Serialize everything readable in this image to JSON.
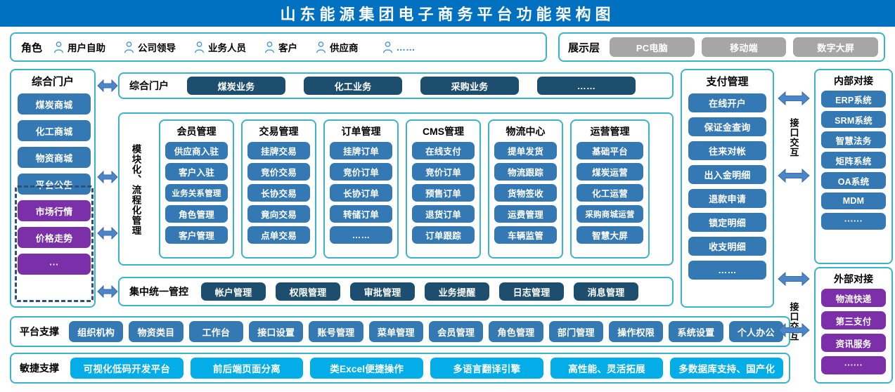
{
  "header": {
    "title": "山东能源集团电子商务平台功能架构图"
  },
  "roles": {
    "label": "角色",
    "items": [
      "用户自助",
      "公司领导",
      "业务人员",
      "客户",
      "供应商",
      "……"
    ]
  },
  "presentation": {
    "label": "展示层",
    "items": [
      "PC电脑",
      "移动端",
      "数字大屏"
    ]
  },
  "portal": {
    "title": "综合门户",
    "items": [
      {
        "label": "煤炭商城",
        "color": "blue"
      },
      {
        "label": "化工商城",
        "color": "blue"
      },
      {
        "label": "物资商城",
        "color": "blue"
      },
      {
        "label": "平台公告",
        "color": "blue"
      },
      {
        "label": "市场行情",
        "color": "purple"
      },
      {
        "label": "价格走势",
        "color": "purple"
      },
      {
        "label": "···",
        "color": "purple"
      }
    ]
  },
  "business_row": {
    "label": "综合门户",
    "items": [
      "煤炭业务",
      "化工业务",
      "采购业务",
      "……"
    ]
  },
  "modules": {
    "vertical_label": "模块化、流程化管理",
    "columns": [
      {
        "title": "会员管理",
        "items": [
          "供应商入驻",
          "客户入驻",
          "业务关系管理",
          "角色管理",
          "客户管理"
        ]
      },
      {
        "title": "交易管理",
        "items": [
          "挂牌交易",
          "竞价交易",
          "长协交易",
          "竟向交易",
          "点单交易"
        ]
      },
      {
        "title": "订单管理",
        "items": [
          "挂牌订单",
          "竞价订单",
          "长协订单",
          "转储订单",
          "……"
        ]
      },
      {
        "title": "CMS管理",
        "items": [
          "在线支付",
          "竞价订单",
          "预售订单",
          "退货订单",
          "订单跟踪"
        ]
      },
      {
        "title": "物流中心",
        "items": [
          "提单发货",
          "物流跟踪",
          "货物签收",
          "运费管理",
          "车辆监管"
        ]
      },
      {
        "title": "运营管理",
        "items": [
          "基础平台",
          "煤炭运营",
          "化工运营",
          "采购商城运营",
          "智慧大屏"
        ]
      }
    ]
  },
  "central_control": {
    "label": "集中统一管控",
    "items": [
      "帐户管理",
      "权限管理",
      "审批管理",
      "业务提醒",
      "日志管理",
      "消息管理"
    ]
  },
  "platform_support": {
    "label": "平台支撑",
    "items": [
      "组织机构",
      "物资类目",
      "工作台",
      "接口设置",
      "账号管理",
      "菜单管理",
      "会员管理",
      "角色管理",
      "部门管理",
      "操作权限",
      "系统设置",
      "个人办公"
    ]
  },
  "agile_support": {
    "label": "敏捷支撑",
    "items": [
      "可视化低码开发平台",
      "前后端页面分离",
      "类Excel便捷操作",
      "多语言翻译引擎",
      "高性能、灵活拓展",
      "多数据库支持、国产化"
    ]
  },
  "payment": {
    "title": "支付管理",
    "items": [
      "在线开户",
      "保证金查询",
      "往来对帐",
      "出入金明细",
      "退款申请",
      "锁定明细",
      "收支明细",
      "……"
    ]
  },
  "internal_docking": {
    "title": "内部对接",
    "items": [
      "ERP系统",
      "SRM系统",
      "智慧法务",
      "矩阵系统",
      "OA系统",
      "MDM",
      "······"
    ]
  },
  "external_docking": {
    "title": "外部对接",
    "items": [
      "物流快递",
      "第三支付",
      "资讯服务",
      "······"
    ]
  },
  "interface_labels": {
    "top": "接口交互",
    "bottom": "接口交互"
  },
  "colors": {
    "header_blue": "#0070c0",
    "teal_border": "#3bb3c8",
    "blue": "#3579b4",
    "navy": "#1d4e6d",
    "purple": "#7b2fa8",
    "cyan": "#03ade8",
    "grey": "#a6a6a6",
    "arrow": "#4a86c8",
    "dashed": "#2d4f7c"
  }
}
